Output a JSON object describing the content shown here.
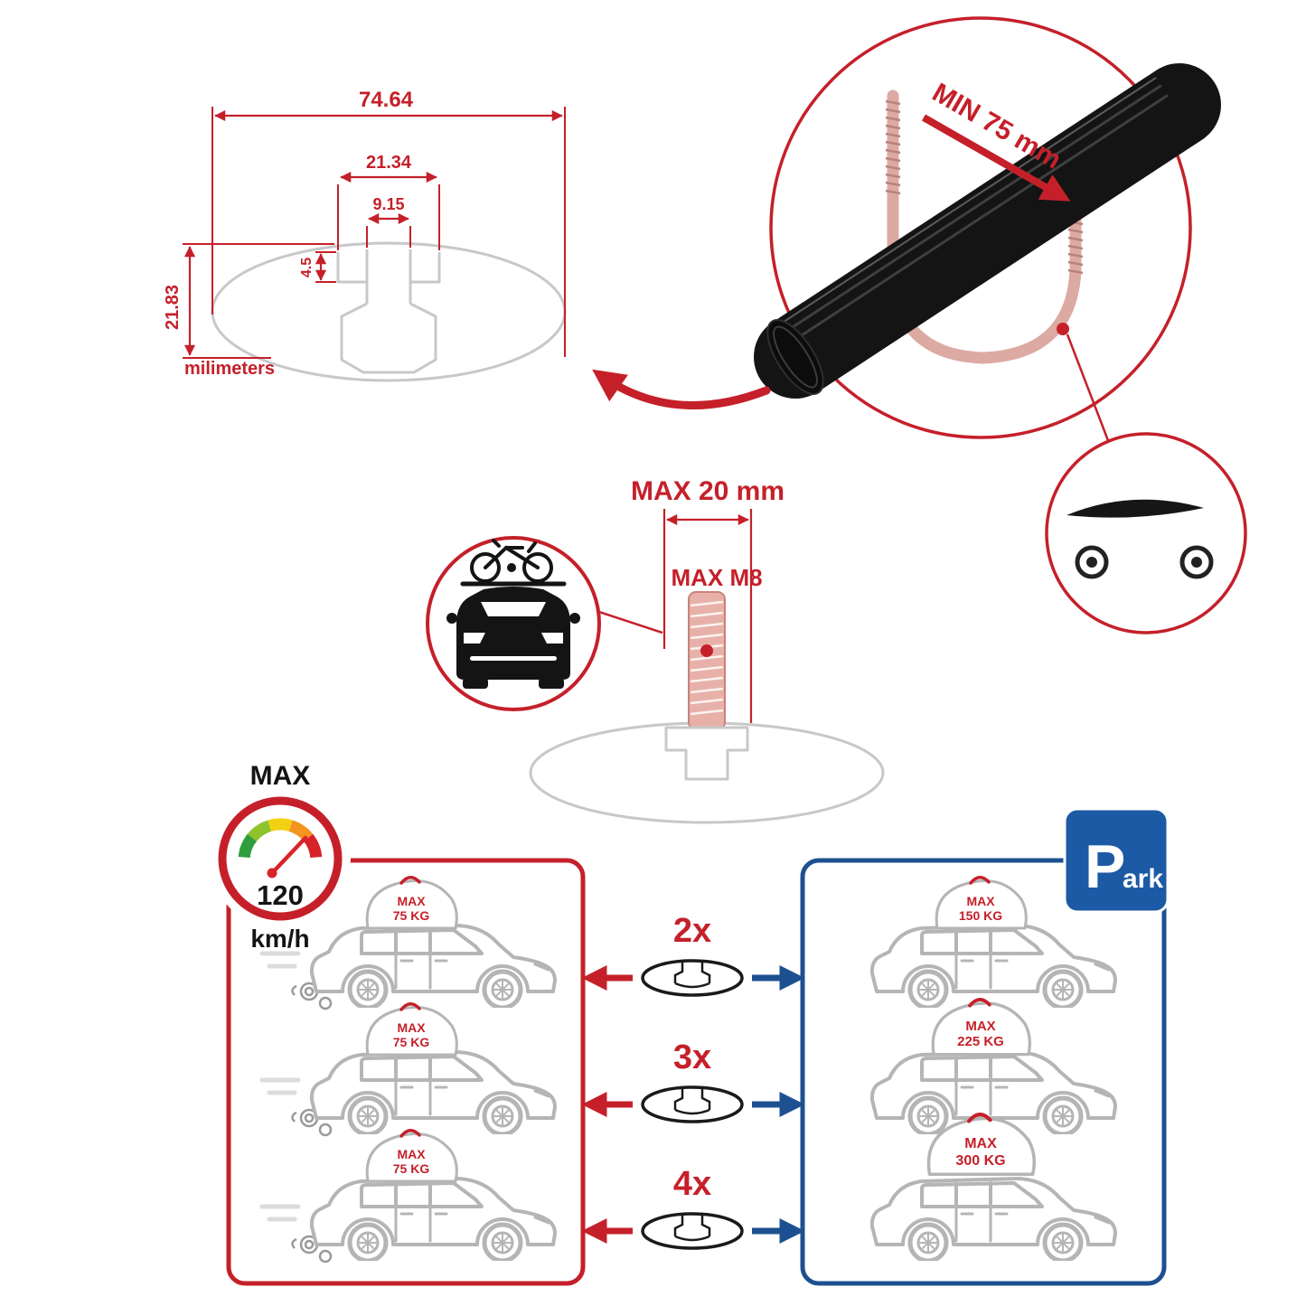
{
  "title": "Roof bar fitting infographic",
  "colors": {
    "accent_red": "#c5202a",
    "accent_blue": "#1d5091",
    "line_gray": "#c8c8c8",
    "bar_black": "#141414"
  },
  "cross_section_diagram": {
    "width_total": "74.64",
    "width_channel_outer": "21.34",
    "width_channel_inner": "9.15",
    "wall_depth": "4.5",
    "height_total": "21.83",
    "units_label": "milimeters"
  },
  "bar_closeup": {
    "min_clearance_label": "MIN 75 mm"
  },
  "bolt_diagram": {
    "max_length_label": "MAX 20 mm",
    "max_thread_label": "MAX M8"
  },
  "speed_limit": {
    "max_label": "MAX",
    "value": "120",
    "units": "km/h"
  },
  "driving_box": {
    "cars": [
      {
        "load_line1": "MAX",
        "load_line2": "75 KG"
      },
      {
        "load_line1": "MAX",
        "load_line2": "75 KG"
      },
      {
        "load_line1": "MAX",
        "load_line2": "75 KG"
      }
    ]
  },
  "bar_counts": {
    "counts": [
      "2x",
      "3x",
      "4x"
    ]
  },
  "parked_box": {
    "cars": [
      {
        "load_line1": "MAX",
        "load_line2": "150 KG"
      },
      {
        "load_line1": "MAX",
        "load_line2": "225 KG"
      },
      {
        "load_line1": "MAX",
        "load_line2": "300 KG"
      }
    ]
  },
  "park_sign": {
    "letter": "P",
    "rest": "ark"
  }
}
